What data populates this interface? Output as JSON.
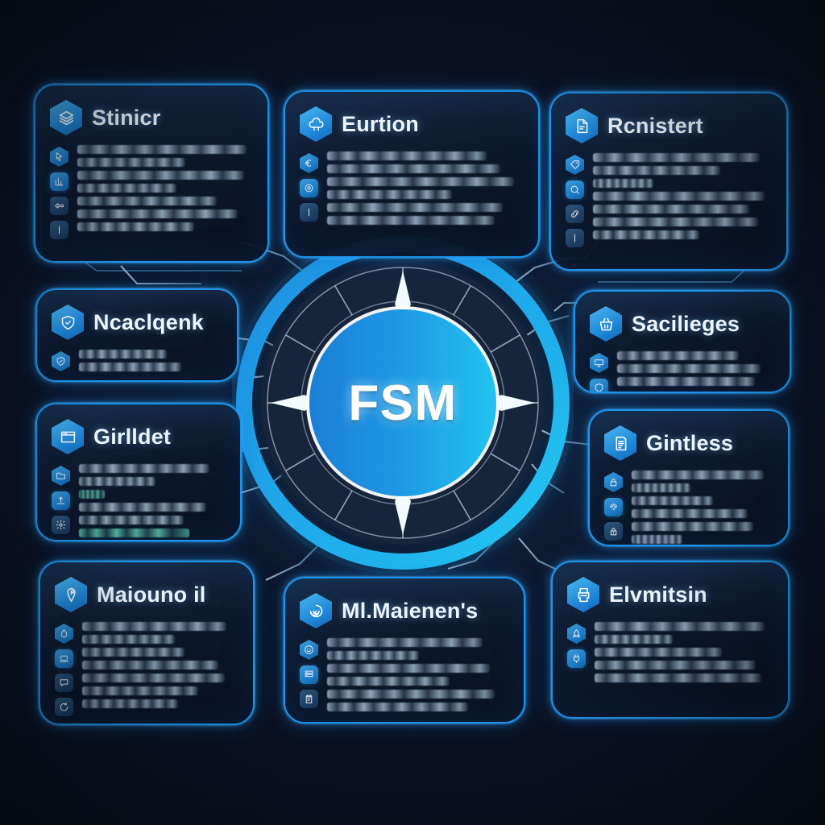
{
  "meta": {
    "background_color": "#080c16",
    "accent_color": "#1b94ee",
    "panel_fill": "#101d33",
    "text_color": "#c4dcf5",
    "accent_text_color": "#6ee8c8"
  },
  "hub": {
    "label": "FSM",
    "gradient_from": "#1c7ed6",
    "gradient_to": "#22c3f0",
    "ring_color": "#1f9ce8",
    "annulus_color": "#16243c",
    "spoke_count": 12,
    "arrow_count": 4
  },
  "panels": [
    {
      "id": "panel-stinicr",
      "title": "Stinicr",
      "header_icon": "layers-icon",
      "bullet_icons": [
        "cursor-icon",
        "chart-icon",
        "flow-icon",
        "bar-icon"
      ],
      "lines": [
        {
          "width": "97%",
          "style": "normal"
        },
        {
          "width": "62%",
          "style": "normal"
        },
        {
          "width": "96%",
          "style": "normal"
        },
        {
          "width": "57%",
          "style": "normal"
        },
        {
          "width": "80%",
          "style": "normal"
        },
        {
          "width": "92%",
          "style": "normal"
        },
        {
          "width": "67%",
          "style": "normal"
        }
      ]
    },
    {
      "id": "panel-eurtion",
      "title": "Eurtion",
      "header_icon": "cloud-icon",
      "bullet_icons": [
        "euro-icon",
        "target-icon",
        "bar-icon"
      ],
      "lines": [
        {
          "width": "82%",
          "style": "normal"
        },
        {
          "width": "89%",
          "style": "normal"
        },
        {
          "width": "96%",
          "style": "normal"
        },
        {
          "width": "64%",
          "style": "normal"
        },
        {
          "width": "90%",
          "style": "normal"
        },
        {
          "width": "86%",
          "style": "normal"
        }
      ]
    },
    {
      "id": "panel-rcnistert",
      "title": "Rcnistert",
      "header_icon": "document-edit-icon",
      "bullet_icons": [
        "tag-icon",
        "search-icon",
        "link-icon",
        "bar-icon"
      ],
      "lines": [
        {
          "width": "94%",
          "style": "normal"
        },
        {
          "width": "72%",
          "style": "normal"
        },
        {
          "width": "34%",
          "style": "normal"
        },
        {
          "width": "97%",
          "style": "normal"
        },
        {
          "width": "88%",
          "style": "normal"
        },
        {
          "width": "93%",
          "style": "normal"
        },
        {
          "width": "60%",
          "style": "normal"
        }
      ]
    },
    {
      "id": "panel-ncaclqenk",
      "title": "Ncaclqenk",
      "header_icon": "shield-badge-icon",
      "bullet_icons": [
        "shield-check-icon"
      ],
      "lines": [
        {
          "width": "62%",
          "style": "normal"
        },
        {
          "width": "72%",
          "style": "normal"
        }
      ]
    },
    {
      "id": "panel-sacilieges",
      "title": "Sacilieges",
      "header_icon": "basket-icon",
      "bullet_icons": [
        "monitor-icon",
        "shield-icon",
        "book-icon"
      ],
      "lines": [
        {
          "width": "78%",
          "style": "normal"
        },
        {
          "width": "92%",
          "style": "normal"
        },
        {
          "width": "88%",
          "style": "normal"
        }
      ]
    },
    {
      "id": "panel-girlldet",
      "title": "Girlldet",
      "header_icon": "browser-icon",
      "bullet_icons": [
        "folder-icon",
        "upload-icon",
        "gear-icon",
        "info-icon"
      ],
      "lines": [
        {
          "width": "90%",
          "style": "normal"
        },
        {
          "width": "53%",
          "style": "normal"
        },
        {
          "width": "18%",
          "style": "accent"
        },
        {
          "width": "88%",
          "style": "normal"
        },
        {
          "width": "72%",
          "style": "normal"
        },
        {
          "width": "76%",
          "style": "accent"
        }
      ]
    },
    {
      "id": "panel-gintless",
      "title": "Gintless",
      "header_icon": "list-file-icon",
      "bullet_icons": [
        "lock-icon",
        "fingerprint-icon",
        "lock-closed-icon"
      ],
      "lines": [
        {
          "width": "94%",
          "style": "normal"
        },
        {
          "width": "42%",
          "style": "normal"
        },
        {
          "width": "58%",
          "style": "normal"
        },
        {
          "width": "83%",
          "style": "normal"
        },
        {
          "width": "87%",
          "style": "normal"
        },
        {
          "width": "36%",
          "style": "normal"
        },
        {
          "width": "81%",
          "style": "normal"
        },
        {
          "width": "79%",
          "style": "normal"
        },
        {
          "width": "31%",
          "style": "normal"
        }
      ]
    },
    {
      "id": "panel-maiouno-il",
      "title": "Maiouno il",
      "header_icon": "pin-badge-icon",
      "bullet_icons": [
        "droplet-icon",
        "laptop-icon",
        "chat-icon",
        "refresh-icon"
      ],
      "lines": [
        {
          "width": "93%",
          "style": "normal"
        },
        {
          "width": "60%",
          "style": "normal"
        },
        {
          "width": "66%",
          "style": "normal"
        },
        {
          "width": "88%",
          "style": "normal"
        },
        {
          "width": "92%",
          "style": "normal"
        },
        {
          "width": "75%",
          "style": "normal"
        },
        {
          "width": "62%",
          "style": "normal"
        }
      ]
    },
    {
      "id": "panel-ml-maienens",
      "title": "Ml.Maienen's",
      "header_icon": "spiral-icon",
      "bullet_icons": [
        "smiley-icon",
        "server-icon",
        "clipboard-icon"
      ],
      "lines": [
        {
          "width": "86%",
          "style": "normal"
        },
        {
          "width": "51%",
          "style": "normal"
        },
        {
          "width": "90%",
          "style": "normal"
        },
        {
          "width": "68%",
          "style": "normal"
        },
        {
          "width": "93%",
          "style": "normal"
        },
        {
          "width": "78%",
          "style": "normal"
        }
      ]
    },
    {
      "id": "panel-elvmitsin",
      "title": "Elvmitsin",
      "header_icon": "printer-icon",
      "bullet_icons": [
        "rocket-icon",
        "plug-icon"
      ],
      "lines": [
        {
          "width": "96%",
          "style": "normal"
        },
        {
          "width": "44%",
          "style": "normal"
        },
        {
          "width": "72%",
          "style": "normal"
        },
        {
          "width": "91%",
          "style": "normal"
        },
        {
          "width": "94%",
          "style": "normal"
        }
      ]
    }
  ]
}
